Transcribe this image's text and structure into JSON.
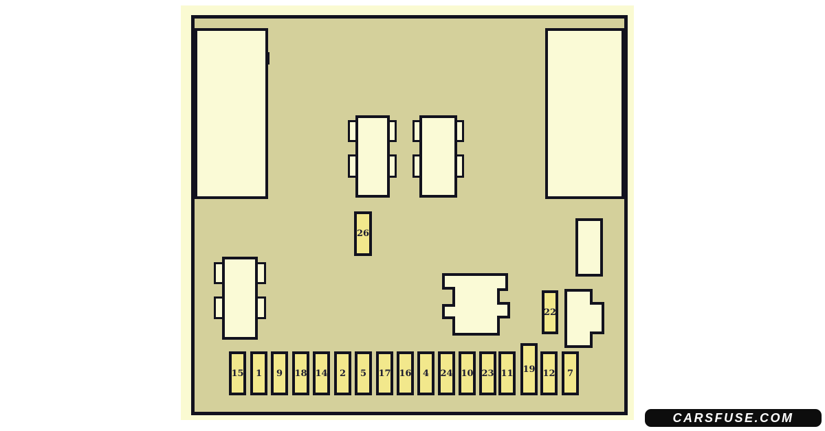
{
  "colors": {
    "background": "#ffffff",
    "frame": "#fafad2",
    "panel": "#d4d09b",
    "outline": "#12121e",
    "relay_fill": "#fafad6",
    "fuse_fill": "#f2e88c",
    "label": "#1c1c30",
    "logo_bg": "#0d0d0d",
    "logo_text": "#ffffff"
  },
  "fuses": {
    "fuse_26": "26",
    "fuse_22": "22"
  },
  "bottom_row": [
    "15",
    "1",
    "9",
    "18",
    "14",
    "2",
    "5",
    "17",
    "16",
    "4",
    "24",
    "10",
    "23",
    "11",
    "19",
    "12",
    "7"
  ],
  "watermark": "CARSFUSE.COM"
}
